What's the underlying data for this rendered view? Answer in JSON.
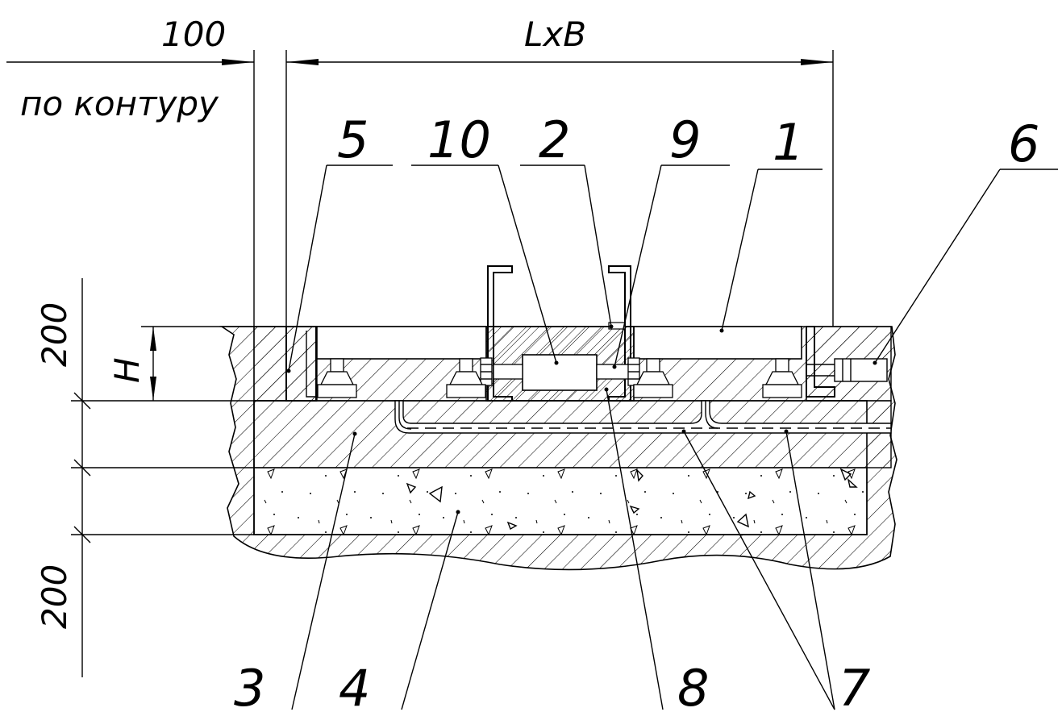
{
  "dimensions": {
    "offset": "100",
    "offset_note": "по контуру",
    "span": "LxB",
    "height": "H",
    "top_layer": "200",
    "bottom_layer": "200"
  },
  "callouts": {
    "top": [
      "5",
      "10",
      "2",
      "9",
      "1",
      "6"
    ],
    "bottom": [
      "3",
      "4",
      "8",
      "7"
    ]
  },
  "colors": {
    "ink": "#000000",
    "paper": "#ffffff"
  }
}
